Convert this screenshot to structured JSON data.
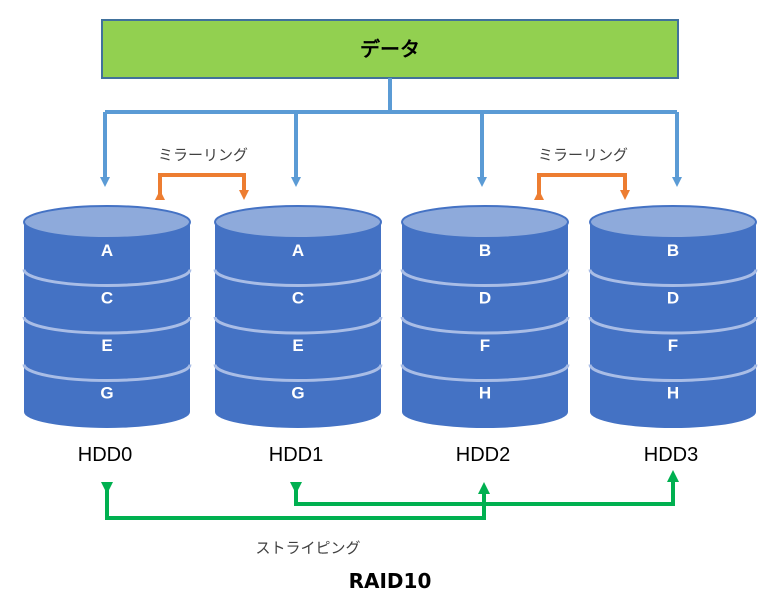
{
  "data_box": {
    "label": "データ",
    "fill": "#92d050",
    "stroke": "#41719c"
  },
  "mirroring_labels": [
    "ミラーリング",
    "ミラーリング"
  ],
  "striping_label": "ストライピング",
  "title": "RAID10",
  "colors": {
    "disk_body": "#4472c4",
    "disk_top": "#8eaadb",
    "disk_edge": "#a9bde6",
    "data_arrow": "#5b9bd5",
    "mirror_arrow": "#ed7d31",
    "stripe_arrow": "#00b050"
  },
  "disks": [
    {
      "name": "HDD0",
      "blocks": [
        "A",
        "C",
        "E",
        "G"
      ]
    },
    {
      "name": "HDD1",
      "blocks": [
        "A",
        "C",
        "E",
        "G"
      ]
    },
    {
      "name": "HDD2",
      "blocks": [
        "B",
        "D",
        "F",
        "H"
      ]
    },
    {
      "name": "HDD3",
      "blocks": [
        "B",
        "D",
        "F",
        "H"
      ]
    }
  ]
}
